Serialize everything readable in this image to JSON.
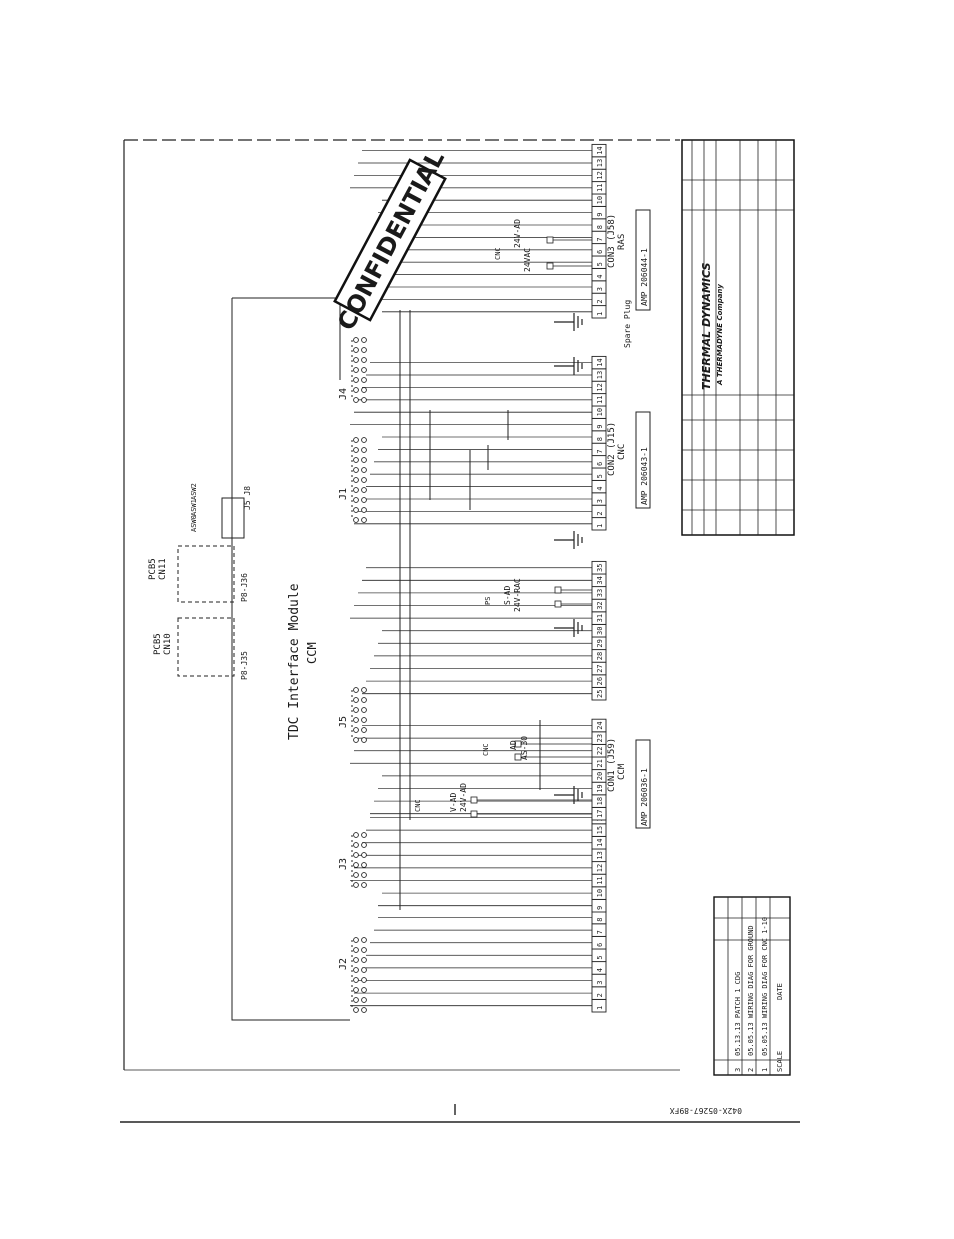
{
  "stamp": {
    "text": "CONFIDENTIAL"
  },
  "module": {
    "title": "TDC Interface Module",
    "subtitle": "CCM"
  },
  "pcbs": [
    {
      "name": "PCB5",
      "sub": "CN10",
      "foot": "P8-J35"
    },
    {
      "name": "PCB5",
      "sub": "CN11",
      "foot": "P8-J36"
    }
  ],
  "jumper": {
    "foot": "J5 J8",
    "labels": [
      "ASW0",
      "ASW1",
      "ASW2"
    ]
  },
  "headers": [
    {
      "label": "J1"
    },
    {
      "label": "J2"
    },
    {
      "label": "J3"
    },
    {
      "label": "J4"
    },
    {
      "label": "J5"
    }
  ],
  "terminal_blocks": [
    {
      "pins": [
        "1",
        "2",
        "3",
        "4",
        "5",
        "6",
        "7",
        "8"
      ]
    },
    {
      "pins": [
        "9",
        "10",
        "11",
        "12",
        "13",
        "14",
        "15",
        "16"
      ]
    },
    {
      "pins": [
        "17",
        "18",
        "19",
        "20",
        "21",
        "22",
        "23",
        "24"
      ]
    },
    {
      "pins": [
        "25",
        "26",
        "27",
        "28",
        "29",
        "30",
        "31",
        "32",
        "33",
        "34",
        "35"
      ]
    },
    {
      "pins": [
        "1",
        "2",
        "3",
        "4",
        "5",
        "6",
        "7",
        "8",
        "9",
        "10",
        "11",
        "12",
        "13",
        "14"
      ]
    },
    {
      "pins": [
        "1",
        "2",
        "3",
        "4",
        "5",
        "6",
        "7",
        "8",
        "9",
        "10",
        "11",
        "12",
        "13",
        "14"
      ]
    }
  ],
  "connectors": {
    "c1": {
      "name": "CON1 (J59)",
      "sub": "CCM",
      "part": "AMP 206036-1"
    },
    "c2": {
      "name": "CON2 (J15)",
      "sub": "CNC",
      "part": "AMP 206043-1"
    },
    "c3": {
      "name": "CON3 (J58)",
      "sub": "RAS",
      "part": "AMP 206044-1"
    }
  },
  "signals": {
    "s1": {
      "tag": "CNC",
      "lines": [
        "V-AD",
        "24V-AD"
      ]
    },
    "s2": {
      "tag": "CNC",
      "lines": [
        "AD",
        "AS-30"
      ]
    },
    "s3": {
      "tag": "PS",
      "lines": [
        "S-AD",
        "24V-RAC"
      ]
    },
    "s4": {
      "tag": "CNC",
      "lines": [
        "24V-AD",
        "24VAC"
      ]
    },
    "plug": "Spare Plug"
  },
  "logo": {
    "brand": "THERMAL DYNAMICS",
    "sub": "A THERMADYNE Company"
  },
  "revisions": [
    {
      "mark": "3",
      "text": "05.13.13 PATCH 1 CDG"
    },
    {
      "mark": "2",
      "text": "05.05.13 WIRING DIAG FOR GROUND"
    },
    {
      "mark": "1",
      "text": "05.05.13 WIRING DIAG FOR CNC 1-10"
    }
  ],
  "rev_header": {
    "scale": "SCALE",
    "date": "DATE"
  },
  "footer": {
    "doc_number": "042X-05267-89FX"
  }
}
